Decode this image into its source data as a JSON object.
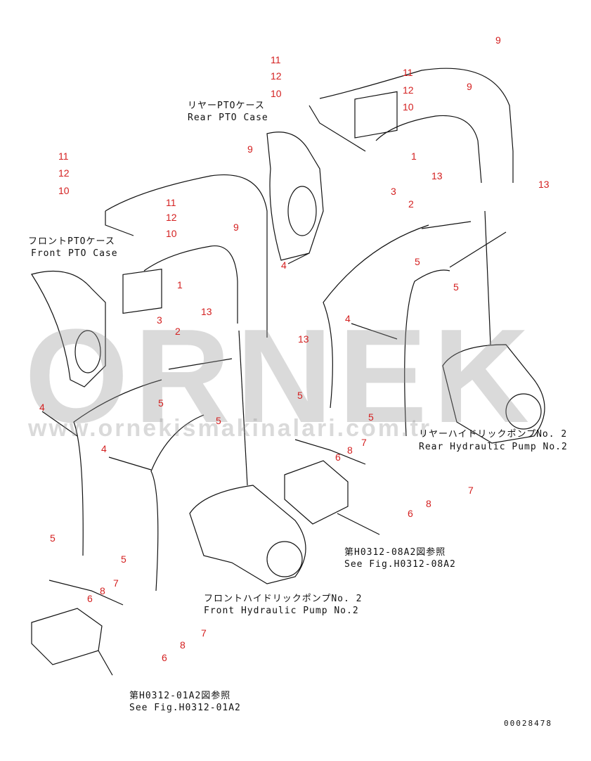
{
  "watermark": {
    "brand": "ORNEK",
    "url": "www.ornekismakinalari.com.tr",
    "accent": "#f0d070"
  },
  "labels": {
    "rear_pto_jp": "リヤーPTOケース",
    "rear_pto_en": "Rear PTO Case",
    "front_pto_jp": "フロントPTOケース",
    "front_pto_en": "Front PTO Case",
    "rear_pump_jp": "リヤーハイドリックポンプNo. 2",
    "rear_pump_en": "Rear Hydraulic Pump No.2",
    "front_pump_jp": "フロントハイドリックポンプNo. 2",
    "front_pump_en": "Front Hydraulic Pump No.2",
    "see_08_jp": "第H0312-08A2図参照",
    "see_08_en": "See Fig.H0312-08A2",
    "see_01_jp": "第H0312-01A2図参照",
    "see_01_en": "See Fig.H0312-01A2",
    "drawing_code": "00028478"
  },
  "callouts": [
    "11",
    "12",
    "10",
    "11",
    "12",
    "10",
    "9",
    "9",
    "1",
    "3",
    "2",
    "13",
    "13",
    "5",
    "5",
    "4",
    "4",
    "11",
    "12",
    "10",
    "11",
    "12",
    "10",
    "9",
    "9",
    "1",
    "3",
    "2",
    "13",
    "13",
    "5",
    "5",
    "4",
    "4",
    "5",
    "5",
    "7",
    "8",
    "6",
    "7",
    "8",
    "6",
    "5",
    "5",
    "7",
    "8",
    "6",
    "7",
    "8",
    "6"
  ],
  "callout_color": "#d42020"
}
